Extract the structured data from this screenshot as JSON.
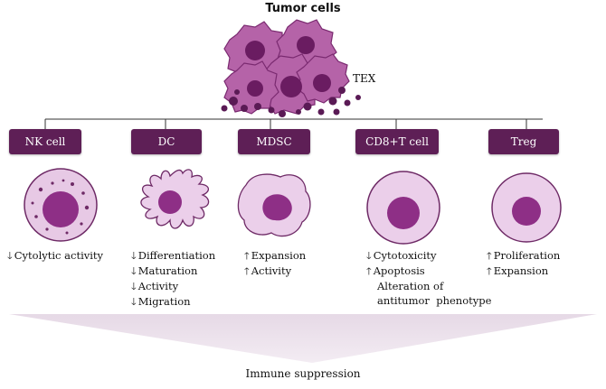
{
  "header": {
    "title": "Tumor cells"
  },
  "tex_label": "TEX",
  "footer": {
    "label": "Immune suppression"
  },
  "cells": [
    {
      "id": "nk",
      "label": "NK cell",
      "effects": [
        {
          "dir": "down",
          "text": "Cytolytic activity"
        }
      ]
    },
    {
      "id": "dc",
      "label": "DC",
      "effects": [
        {
          "dir": "down",
          "text": "Differentiation"
        },
        {
          "dir": "down",
          "text": "Maturation"
        },
        {
          "dir": "down",
          "text": "Activity"
        },
        {
          "dir": "down",
          "text": "Migration"
        }
      ]
    },
    {
      "id": "mdsc",
      "label": "MDSC",
      "effects": [
        {
          "dir": "up",
          "text": "Expansion"
        },
        {
          "dir": "up",
          "text": "Activity"
        }
      ]
    },
    {
      "id": "cd8",
      "label": "CD8+T cell",
      "effects": [
        {
          "dir": "down",
          "text": "Cytotoxicity"
        },
        {
          "dir": "up",
          "text": "Apoptosis"
        },
        {
          "dir": "none",
          "text": "Alteration of"
        },
        {
          "dir": "none",
          "text": "antitumor  phenotype"
        }
      ]
    },
    {
      "id": "treg",
      "label": "Treg",
      "effects": [
        {
          "dir": "up",
          "text": "Proliferation"
        },
        {
          "dir": "up",
          "text": "Expansion"
        }
      ]
    }
  ],
  "colors": {
    "box_fill": "#5e1f56",
    "cell_membrane": "#e7c9e5",
    "cell_border": "#6e2a66",
    "nucleus": "#8e2f86",
    "tumor_light": "#c478b8",
    "tumor_dark": "#6b1f63",
    "vesicle": "#5a1a55",
    "funnel": "#e4d6e4"
  }
}
